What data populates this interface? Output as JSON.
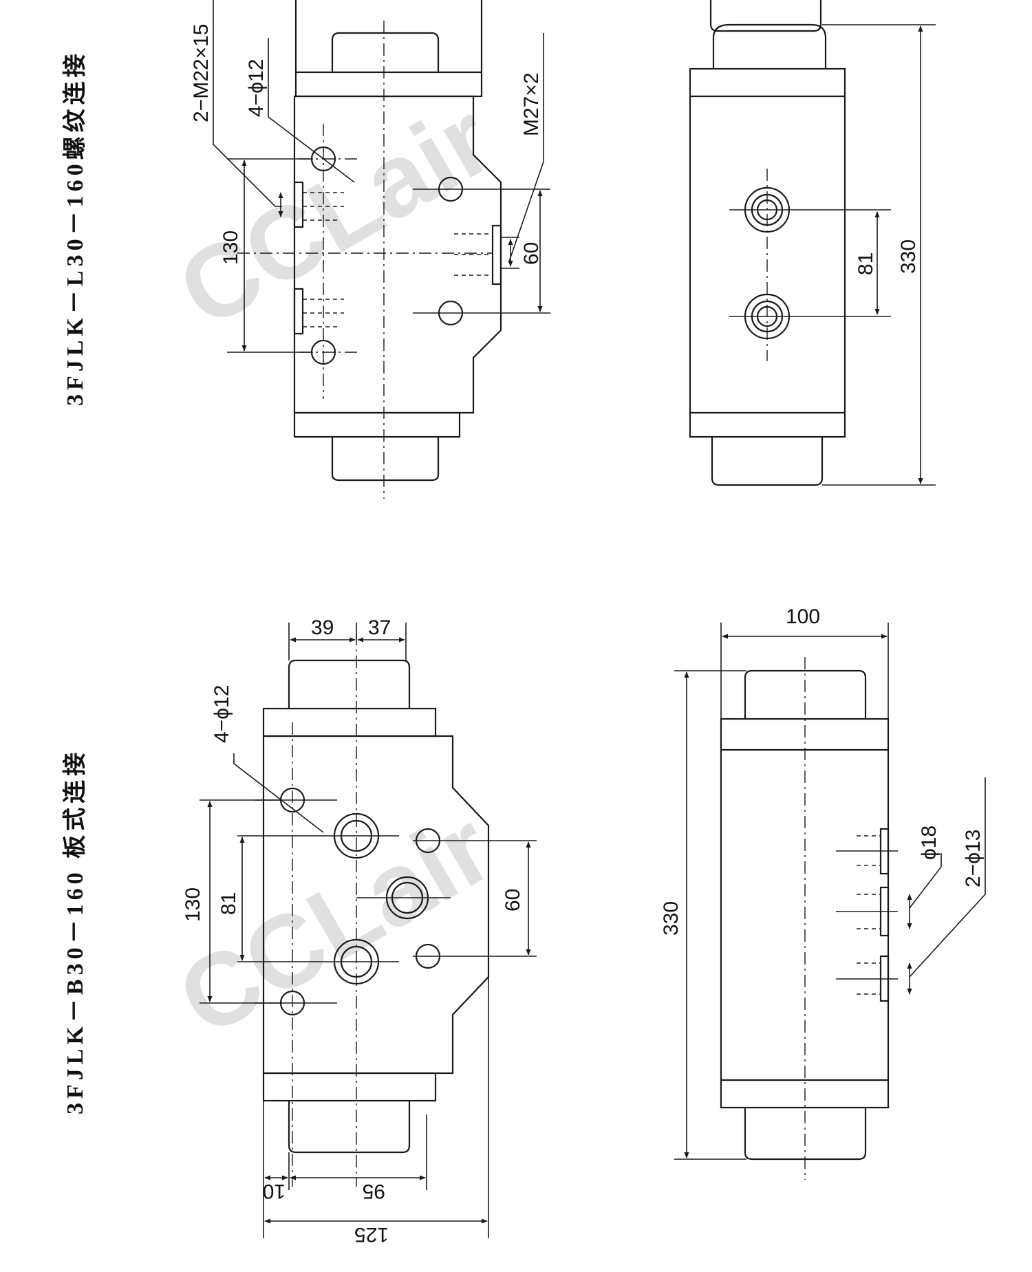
{
  "watermark": {
    "text": "CCLair"
  },
  "top_drawing": {
    "title": "3FJLK－L30－160螺纹连接",
    "dims": {
      "thread_ports": "2−M22×15",
      "bolt_holes": "4−ϕ12",
      "pilot_thread": "M27×2",
      "dim_130": "130",
      "dim_60": "60",
      "dim_81": "81",
      "dim_330": "330"
    }
  },
  "bottom_drawing": {
    "title": "3FJLK－B30－160 板式连接",
    "dims": {
      "bolt_holes": "4−ϕ12",
      "dim_39": "39",
      "dim_37": "37",
      "dim_130": "130",
      "dim_81": "81",
      "dim_60": "60",
      "dim_10": "10",
      "dim_95": "95",
      "dim_125": "125",
      "dim_100": "100",
      "dim_330": "330",
      "port_dia": "ϕ18",
      "port_holes": "2−ϕ13"
    }
  }
}
